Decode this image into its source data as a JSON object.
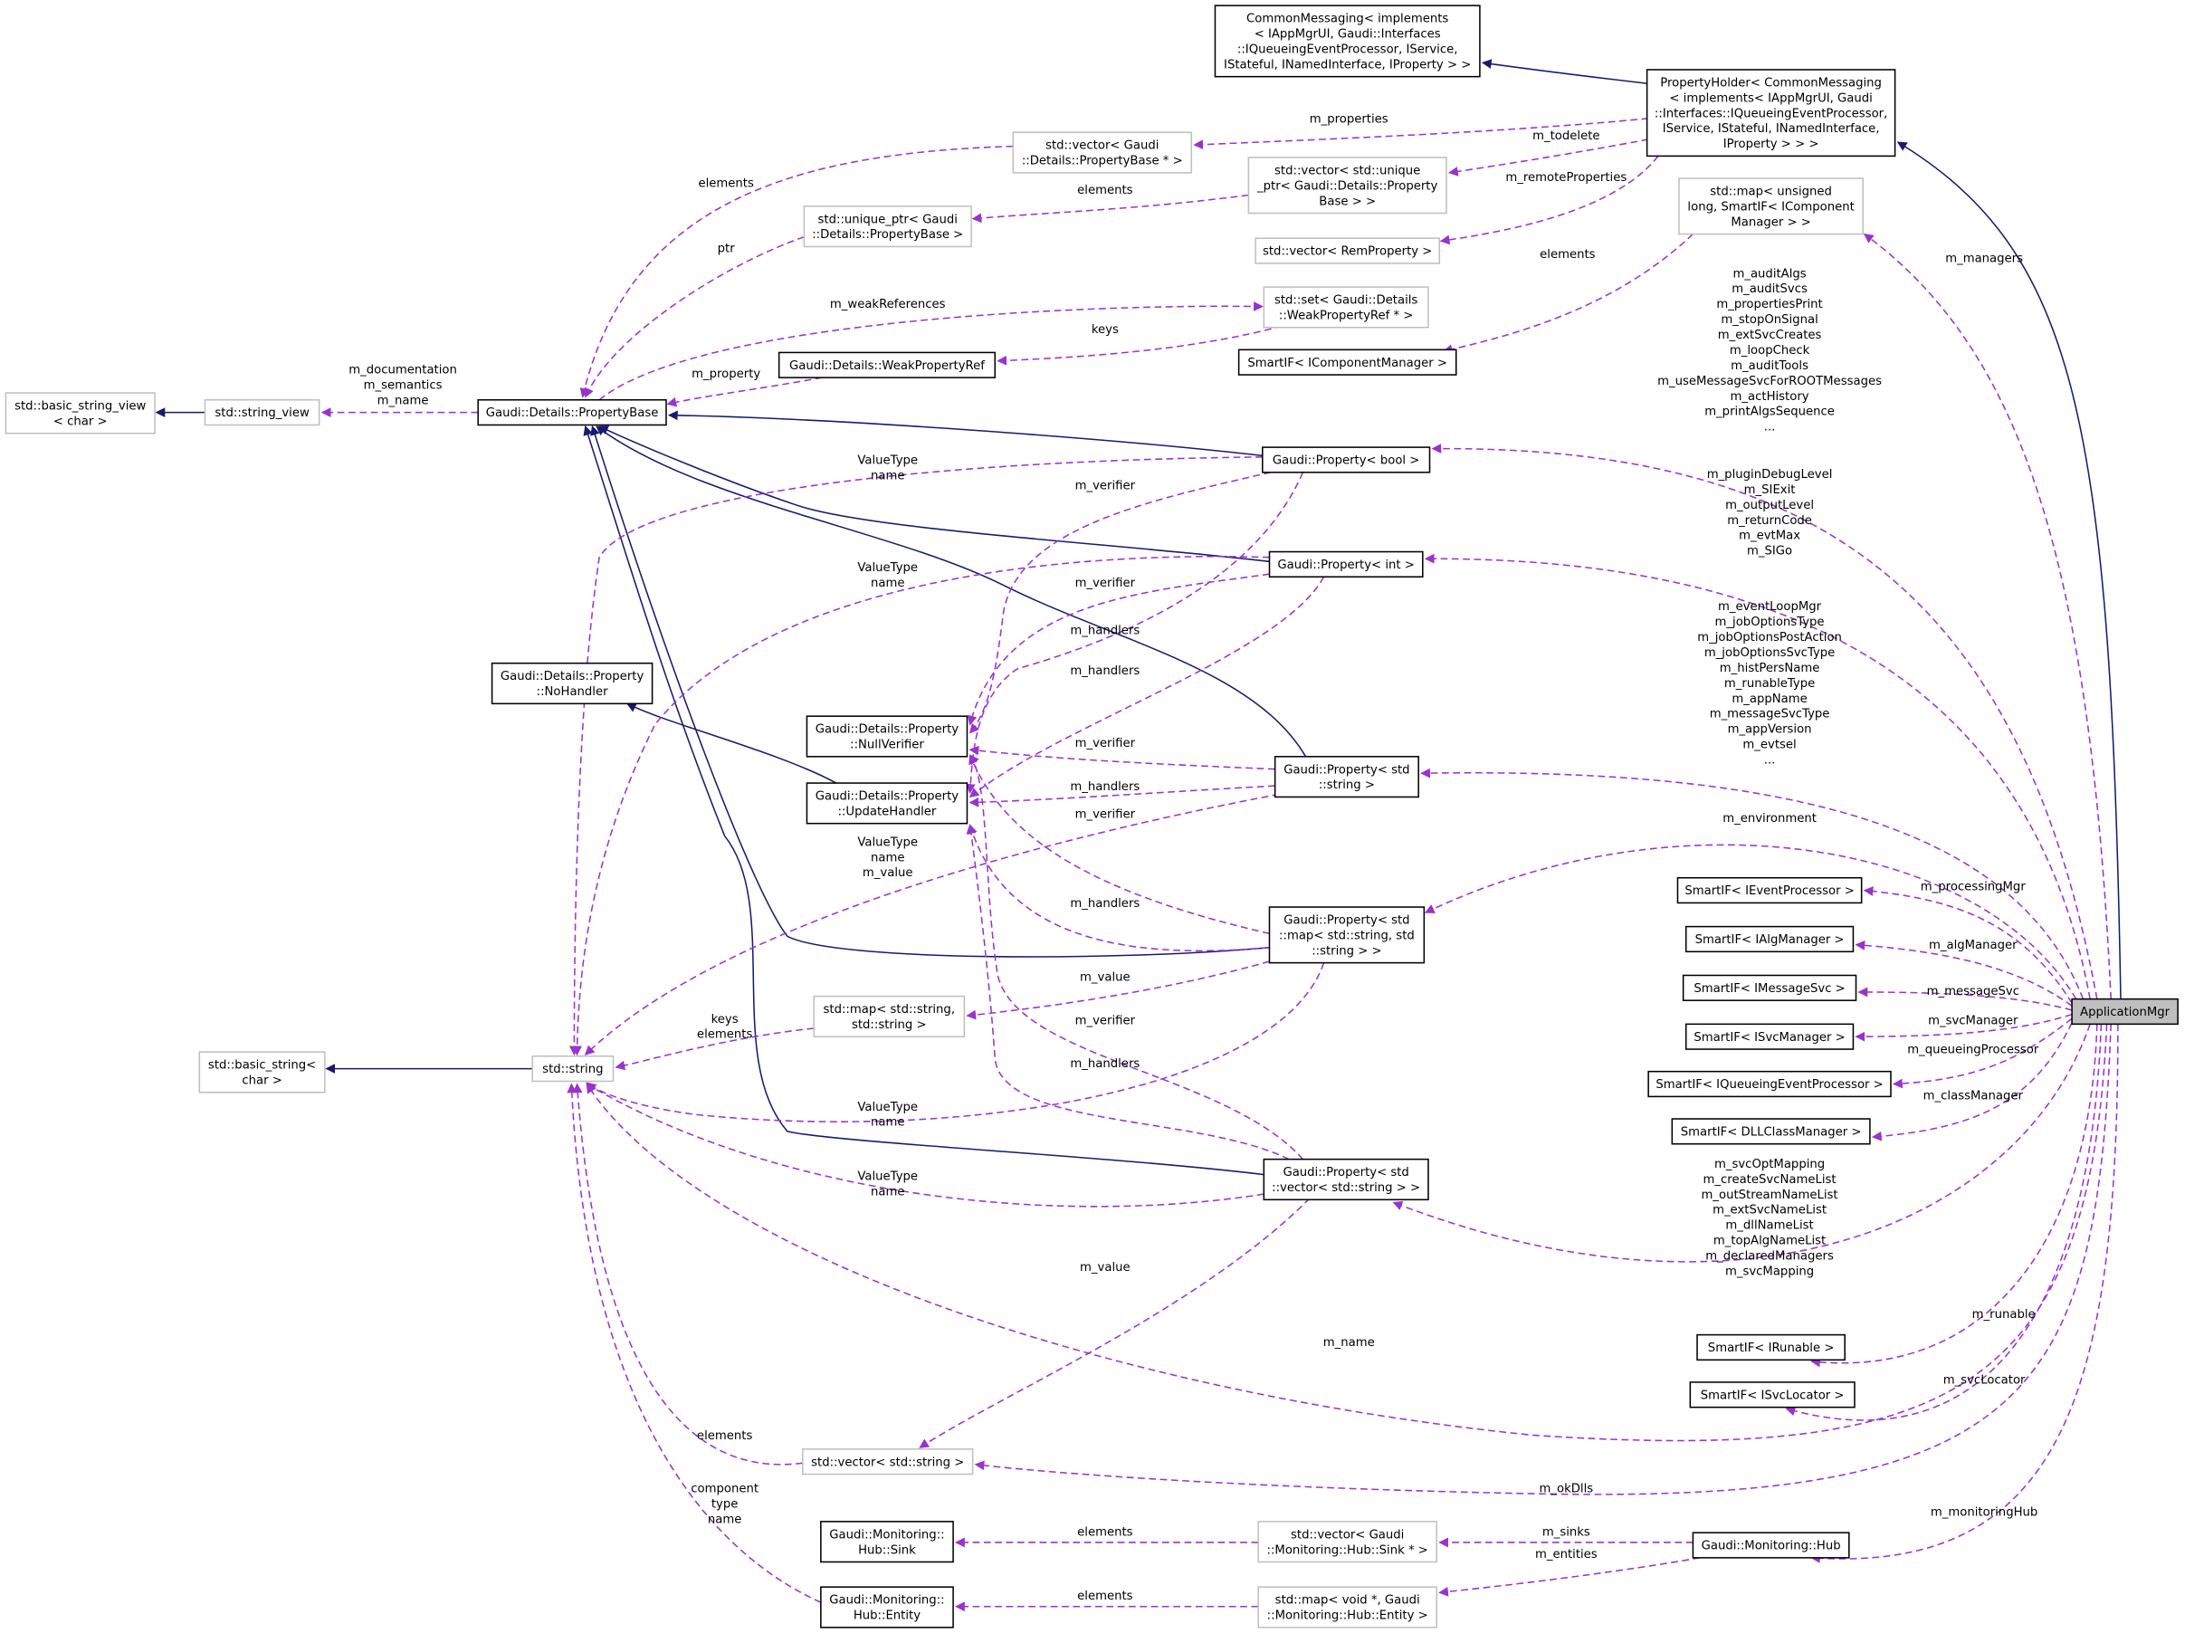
{
  "diagram": {
    "colors": {
      "inheritance": "#191970",
      "usage": "#9a32cd",
      "focus_fill": "#bfbfbf",
      "external_border": "#bfbfbf",
      "class_border": "#000000"
    },
    "nodes": [
      {
        "id": "commonMessaging",
        "style": "class",
        "lines": [
          "CommonMessaging< implements",
          "< IAppMgrUI, Gaudi::Interfaces",
          "::IQueueingEventProcessor, IService,",
          "IStateful, INamedInterface, IProperty > >"
        ]
      },
      {
        "id": "propertyHolder",
        "style": "class",
        "lines": [
          "PropertyHolder< CommonMessaging",
          "< implements< IAppMgrUI, Gaudi",
          "::Interfaces::IQueueingEventProcessor,",
          "IService, IStateful, INamedInterface,",
          "IProperty > > >"
        ]
      },
      {
        "id": "vecPropBase",
        "style": "external",
        "lines": [
          "std::vector< Gaudi",
          "::Details::PropertyBase * >"
        ]
      },
      {
        "id": "vecUniquePtr",
        "style": "external",
        "lines": [
          "std::vector< std::unique",
          "_ptr< Gaudi::Details::Property",
          "Base > >"
        ]
      },
      {
        "id": "uniquePtr",
        "style": "external",
        "lines": [
          "std::unique_ptr< Gaudi",
          "::Details::PropertyBase >"
        ]
      },
      {
        "id": "vecRemProp",
        "style": "external",
        "lines": [
          "std::vector< RemProperty >"
        ]
      },
      {
        "id": "mapManagers",
        "style": "external",
        "lines": [
          "std::map< unsigned",
          "long, SmartIF< IComponent",
          "Manager > >"
        ]
      },
      {
        "id": "setWeakRef",
        "style": "external",
        "lines": [
          "std::set< Gaudi::Details",
          "::WeakPropertyRef * >"
        ]
      },
      {
        "id": "smartCompMgr",
        "style": "class",
        "lines": [
          "SmartIF< IComponentManager >"
        ]
      },
      {
        "id": "weakRef",
        "style": "class",
        "lines": [
          "Gaudi::Details::WeakPropertyRef"
        ]
      },
      {
        "id": "propertyBase",
        "style": "class",
        "lines": [
          "Gaudi::Details::PropertyBase"
        ]
      },
      {
        "id": "stringView",
        "style": "external",
        "lines": [
          "std::string_view"
        ]
      },
      {
        "id": "basicStringView",
        "style": "external",
        "lines": [
          "std::basic_string_view",
          "< char >"
        ]
      },
      {
        "id": "propBool",
        "style": "class",
        "lines": [
          "Gaudi::Property< bool >"
        ]
      },
      {
        "id": "propInt",
        "style": "class",
        "lines": [
          "Gaudi::Property< int >"
        ]
      },
      {
        "id": "noHandler",
        "style": "class",
        "lines": [
          "Gaudi::Details::Property",
          "::NoHandler"
        ]
      },
      {
        "id": "nullVerifier",
        "style": "class",
        "lines": [
          "Gaudi::Details::Property",
          "::NullVerifier"
        ]
      },
      {
        "id": "updateHandler",
        "style": "class",
        "lines": [
          "Gaudi::Details::Property",
          "::UpdateHandler"
        ]
      },
      {
        "id": "propString",
        "style": "class",
        "lines": [
          "Gaudi::Property< std",
          "::string >"
        ]
      },
      {
        "id": "propMap",
        "style": "class",
        "lines": [
          "Gaudi::Property< std",
          "::map< std::string, std",
          "::string > >"
        ]
      },
      {
        "id": "mapSS",
        "style": "external",
        "lines": [
          "std::map< std::string,",
          "std::string >"
        ]
      },
      {
        "id": "basicString",
        "style": "external",
        "lines": [
          "std::basic_string<",
          "char >"
        ]
      },
      {
        "id": "stdString",
        "style": "external",
        "lines": [
          "std::string"
        ]
      },
      {
        "id": "propVector",
        "style": "class",
        "lines": [
          "Gaudi::Property< std",
          "::vector< std::string > >"
        ]
      },
      {
        "id": "vecString",
        "style": "external",
        "lines": [
          "std::vector< std::string >"
        ]
      },
      {
        "id": "hubSink",
        "style": "class",
        "lines": [
          "Gaudi::Monitoring::",
          "Hub::Sink"
        ]
      },
      {
        "id": "hubEntity",
        "style": "class",
        "lines": [
          "Gaudi::Monitoring::",
          "Hub::Entity"
        ]
      },
      {
        "id": "vecSink",
        "style": "external",
        "lines": [
          "std::vector< Gaudi",
          "::Monitoring::Hub::Sink * >"
        ]
      },
      {
        "id": "mapEntity",
        "style": "external",
        "lines": [
          "std::map< void *, Gaudi",
          "::Monitoring::Hub::Entity >"
        ]
      },
      {
        "id": "hub",
        "style": "class",
        "lines": [
          "Gaudi::Monitoring::Hub"
        ]
      },
      {
        "id": "appMgr",
        "style": "focus",
        "lines": [
          "ApplicationMgr"
        ]
      },
      {
        "id": "smartEventProc",
        "style": "class",
        "lines": [
          "SmartIF< IEventProcessor >"
        ]
      },
      {
        "id": "smartAlgMgr",
        "style": "class",
        "lines": [
          "SmartIF< IAlgManager >"
        ]
      },
      {
        "id": "smartMsgSvc",
        "style": "class",
        "lines": [
          "SmartIF< IMessageSvc >"
        ]
      },
      {
        "id": "smartSvcMgr",
        "style": "class",
        "lines": [
          "SmartIF< ISvcManager >"
        ]
      },
      {
        "id": "smartQueueing",
        "style": "class",
        "lines": [
          "SmartIF< IQueueingEventProcessor >"
        ]
      },
      {
        "id": "smartDll",
        "style": "class",
        "lines": [
          "SmartIF< DLLClassManager >"
        ]
      },
      {
        "id": "smartRunable",
        "style": "class",
        "lines": [
          "SmartIF< IRunable >"
        ]
      },
      {
        "id": "smartSvcLocator",
        "style": "class",
        "lines": [
          "SmartIF< ISvcLocator >"
        ]
      }
    ],
    "edges": [
      {
        "from": "propertyHolder",
        "to": "commonMessaging",
        "kind": "inheritance",
        "label": []
      },
      {
        "from": "appMgr",
        "to": "propertyHolder",
        "kind": "inheritance",
        "label": []
      },
      {
        "from": "propertyHolder",
        "to": "vecPropBase",
        "kind": "usage",
        "label": [
          "m_properties"
        ]
      },
      {
        "from": "propertyHolder",
        "to": "vecUniquePtr",
        "kind": "usage",
        "label": [
          "m_todelete"
        ]
      },
      {
        "from": "propertyHolder",
        "to": "vecRemProp",
        "kind": "usage",
        "label": [
          "m_remoteProperties"
        ]
      },
      {
        "from": "vecPropBase",
        "to": "propertyBase",
        "kind": "usage",
        "label": [
          "elements"
        ]
      },
      {
        "from": "vecUniquePtr",
        "to": "uniquePtr",
        "kind": "usage",
        "label": [
          "elements"
        ]
      },
      {
        "from": "uniquePtr",
        "to": "propertyBase",
        "kind": "usage",
        "label": [
          "ptr"
        ]
      },
      {
        "from": "propertyBase",
        "to": "setWeakRef",
        "kind": "usage",
        "label": [
          "m_weakReferences"
        ]
      },
      {
        "from": "setWeakRef",
        "to": "weakRef",
        "kind": "usage",
        "label": [
          "keys"
        ]
      },
      {
        "from": "weakRef",
        "to": "propertyBase",
        "kind": "usage",
        "label": [
          "m_property"
        ]
      },
      {
        "from": "mapManagers",
        "to": "smartCompMgr",
        "kind": "usage",
        "label": [
          "elements"
        ]
      },
      {
        "from": "appMgr",
        "to": "mapManagers",
        "kind": "usage",
        "label": [
          "m_managers"
        ]
      },
      {
        "from": "stringView",
        "to": "basicStringView",
        "kind": "inheritance",
        "label": []
      },
      {
        "from": "propertyBase",
        "to": "stringView",
        "kind": "usage",
        "label": [
          "m_documentation",
          "m_semantics",
          "m_name"
        ]
      },
      {
        "from": "propBool",
        "to": "propertyBase",
        "kind": "inheritance",
        "label": []
      },
      {
        "from": "propInt",
        "to": "propertyBase",
        "kind": "inheritance",
        "label": []
      },
      {
        "from": "propString",
        "to": "propertyBase",
        "kind": "inheritance",
        "label": []
      },
      {
        "from": "propMap",
        "to": "propertyBase",
        "kind": "inheritance",
        "label": []
      },
      {
        "from": "propVector",
        "to": "propertyBase",
        "kind": "inheritance",
        "label": []
      },
      {
        "from": "updateHandler",
        "to": "noHandler",
        "kind": "inheritance",
        "label": []
      },
      {
        "from": "stdString",
        "to": "basicString",
        "kind": "inheritance",
        "label": []
      },
      {
        "from": "propBool",
        "to": "stdString",
        "kind": "usage",
        "label": [
          "ValueType",
          "name"
        ]
      },
      {
        "from": "propBool",
        "to": "nullVerifier",
        "kind": "usage",
        "label": [
          "m_verifier"
        ]
      },
      {
        "from": "propBool",
        "to": "updateHandler",
        "kind": "usage",
        "label": [
          "m_handlers"
        ]
      },
      {
        "from": "propInt",
        "to": "stdString",
        "kind": "usage",
        "label": [
          "ValueType",
          "name"
        ]
      },
      {
        "from": "propInt",
        "to": "nullVerifier",
        "kind": "usage",
        "label": [
          "m_verifier"
        ]
      },
      {
        "from": "propInt",
        "to": "updateHandler",
        "kind": "usage",
        "label": [
          "m_handlers"
        ]
      },
      {
        "from": "propString",
        "to": "nullVerifier",
        "kind": "usage",
        "label": [
          "m_verifier"
        ]
      },
      {
        "from": "propString",
        "to": "updateHandler",
        "kind": "usage",
        "label": [
          "m_handlers"
        ]
      },
      {
        "from": "propString",
        "to": "stdString",
        "kind": "usage",
        "label": [
          "ValueType",
          "name",
          "m_value"
        ]
      },
      {
        "from": "propMap",
        "to": "nullVerifier",
        "kind": "usage",
        "label": [
          "m_verifier"
        ]
      },
      {
        "from": "propMap",
        "to": "updateHandler",
        "kind": "usage",
        "label": [
          "m_handlers"
        ]
      },
      {
        "from": "propMap",
        "to": "mapSS",
        "kind": "usage",
        "label": [
          "m_value"
        ]
      },
      {
        "from": "propMap",
        "to": "stdString",
        "kind": "usage",
        "label": [
          "ValueType",
          "name"
        ]
      },
      {
        "from": "propVector",
        "to": "nullVerifier",
        "kind": "usage",
        "label": [
          "m_verifier"
        ]
      },
      {
        "from": "propVector",
        "to": "updateHandler",
        "kind": "usage",
        "label": [
          "m_handlers"
        ]
      },
      {
        "from": "propVector",
        "to": "stdString",
        "kind": "usage",
        "label": [
          "ValueType",
          "name"
        ]
      },
      {
        "from": "propVector",
        "to": "vecString",
        "kind": "usage",
        "label": [
          "m_value"
        ]
      },
      {
        "from": "mapSS",
        "to": "stdString",
        "kind": "usage",
        "label": [
          "keys",
          "elements"
        ]
      },
      {
        "from": "vecString",
        "to": "stdString",
        "kind": "usage",
        "label": [
          "elements"
        ]
      },
      {
        "from": "hubEntity",
        "to": "stdString",
        "kind": "usage",
        "label": [
          "component",
          "type",
          "name"
        ]
      },
      {
        "from": "vecSink",
        "to": "hubSink",
        "kind": "usage",
        "label": [
          "elements"
        ]
      },
      {
        "from": "mapEntity",
        "to": "hubEntity",
        "kind": "usage",
        "label": [
          "elements"
        ]
      },
      {
        "from": "hub",
        "to": "vecSink",
        "kind": "usage",
        "label": [
          "m_sinks"
        ]
      },
      {
        "from": "hub",
        "to": "mapEntity",
        "kind": "usage",
        "label": [
          "m_entities"
        ]
      },
      {
        "from": "appMgr",
        "to": "propBool",
        "kind": "usage",
        "label": [
          "m_auditAlgs",
          "m_auditSvcs",
          "m_propertiesPrint",
          "m_stopOnSignal",
          "m_extSvcCreates",
          "m_loopCheck",
          "m_auditTools",
          "m_useMessageSvcForROOTMessages",
          "m_actHistory",
          "m_printAlgsSequence",
          "..."
        ]
      },
      {
        "from": "appMgr",
        "to": "propInt",
        "kind": "usage",
        "label": [
          "m_pluginDebugLevel",
          "m_SIExit",
          "m_outputLevel",
          "m_returnCode",
          "m_evtMax",
          "m_SIGo"
        ]
      },
      {
        "from": "appMgr",
        "to": "propString",
        "kind": "usage",
        "label": [
          "m_eventLoopMgr",
          "m_jobOptionsType",
          "m_jobOptionsPostAction",
          "m_jobOptionsSvcType",
          "m_histPersName",
          "m_runableType",
          "m_appName",
          "m_messageSvcType",
          "m_appVersion",
          "m_evtsel",
          "..."
        ]
      },
      {
        "from": "appMgr",
        "to": "propMap",
        "kind": "usage",
        "label": [
          "m_environment"
        ]
      },
      {
        "from": "appMgr",
        "to": "smartEventProc",
        "kind": "usage",
        "label": [
          "m_processingMgr"
        ]
      },
      {
        "from": "appMgr",
        "to": "smartAlgMgr",
        "kind": "usage",
        "label": [
          "m_algManager"
        ]
      },
      {
        "from": "appMgr",
        "to": "smartMsgSvc",
        "kind": "usage",
        "label": [
          "m_messageSvc"
        ]
      },
      {
        "from": "appMgr",
        "to": "smartSvcMgr",
        "kind": "usage",
        "label": [
          "m_svcManager"
        ]
      },
      {
        "from": "appMgr",
        "to": "smartQueueing",
        "kind": "usage",
        "label": [
          "m_queueingProcessor"
        ]
      },
      {
        "from": "appMgr",
        "to": "smartDll",
        "kind": "usage",
        "label": [
          "m_classManager"
        ]
      },
      {
        "from": "appMgr",
        "to": "propVector",
        "kind": "usage",
        "label": [
          "m_svcOptMapping",
          "m_createSvcNameList",
          "m_outStreamNameList",
          "m_extSvcNameList",
          "m_dllNameList",
          "m_topAlgNameList",
          "m_declaredManagers",
          "m_svcMapping"
        ]
      },
      {
        "from": "appMgr",
        "to": "smartRunable",
        "kind": "usage",
        "label": [
          "m_runable"
        ]
      },
      {
        "from": "appMgr",
        "to": "smartSvcLocator",
        "kind": "usage",
        "label": [
          "m_svcLocator"
        ]
      },
      {
        "from": "appMgr",
        "to": "stdString",
        "kind": "usage",
        "label": [
          "m_name"
        ]
      },
      {
        "from": "appMgr",
        "to": "vecString",
        "kind": "usage",
        "label": [
          "m_okDlls"
        ]
      },
      {
        "from": "appMgr",
        "to": "hub",
        "kind": "usage",
        "label": [
          "m_monitoringHub"
        ]
      }
    ]
  }
}
